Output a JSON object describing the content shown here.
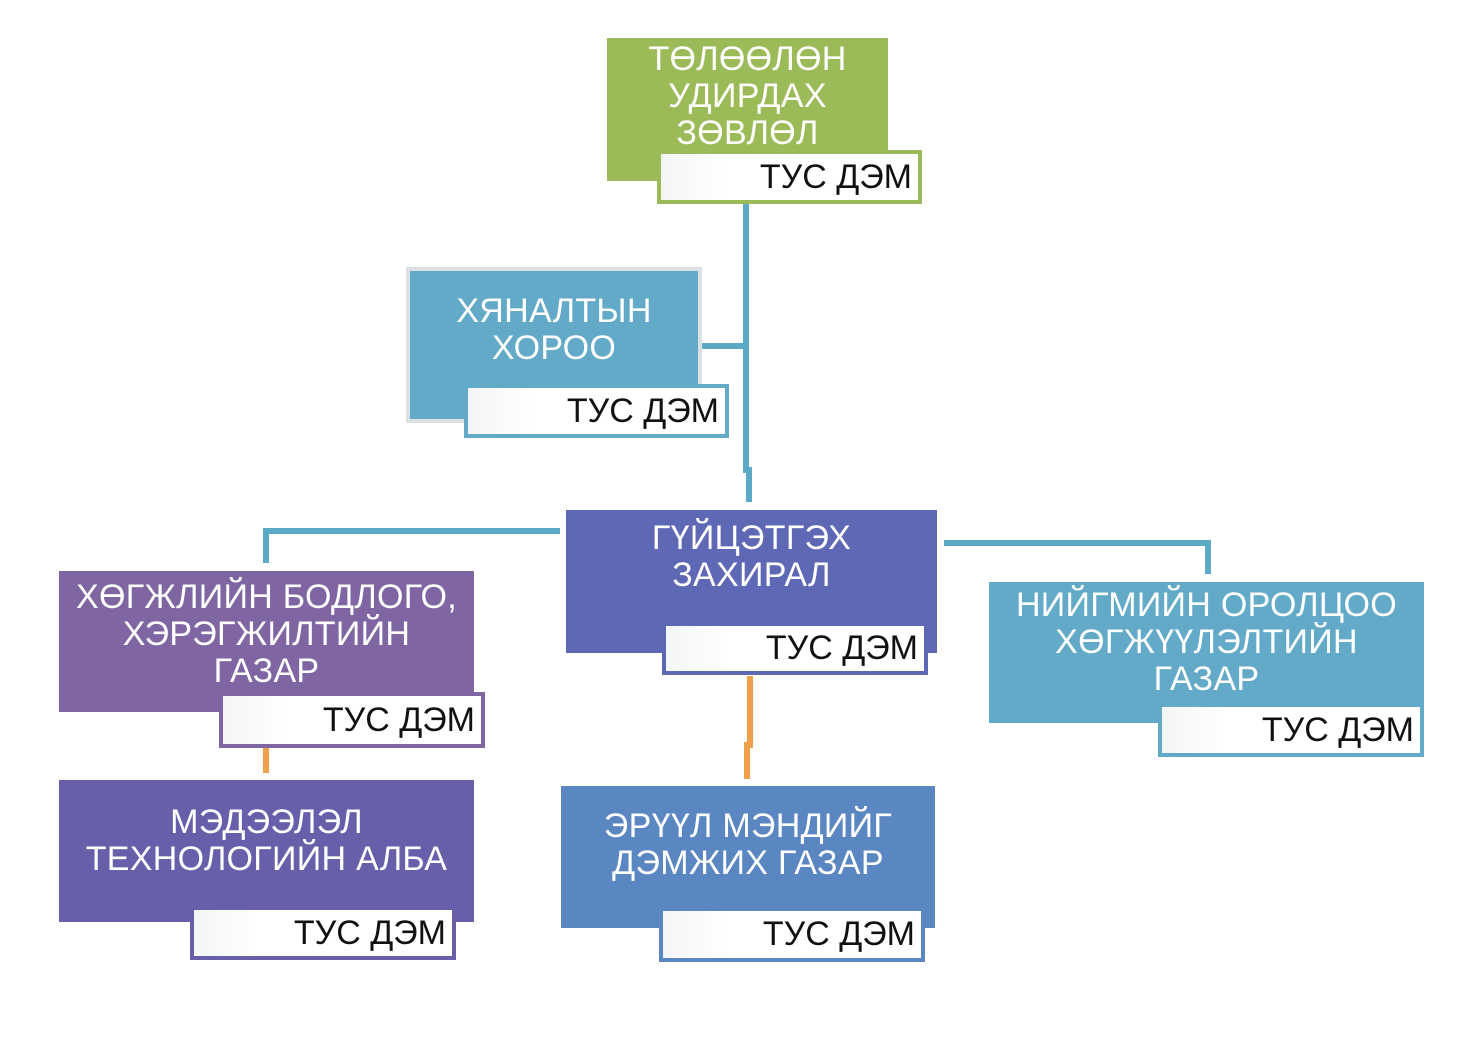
{
  "diagram": {
    "colors": {
      "board": "#9bbb59",
      "audit": "#62aac8",
      "executive": "#5f68b5",
      "policy": "#7f66a3",
      "social": "#62aac8",
      "it": "#685fab",
      "health": "#5a86c1",
      "connector_blue": "#5aaac6",
      "connector_orange": "#f0a04b"
    },
    "nodes": {
      "board": {
        "name": "ТӨЛӨӨЛӨН\nУДИРДАХ\nЗӨВЛӨЛ",
        "tag": "ТУС ДЭМ"
      },
      "audit": {
        "name": "ХЯНАЛТЫН\nХОРОО",
        "tag": "ТУС ДЭМ"
      },
      "executive": {
        "name": "ГҮЙЦЭТГЭХ\nЗАХИРАЛ",
        "tag": "ТУС ДЭМ"
      },
      "policy": {
        "name": "ХӨГЖЛИЙН БОДЛОГО,\nХЭРЭГЖИЛТИЙН\nГАЗАР",
        "tag": "ТУС ДЭМ"
      },
      "social": {
        "name": "НИЙГМИЙН ОРОЛЦОО\nХӨГЖҮҮЛЭЛТИЙН\nГАЗАР",
        "tag": "ТУС ДЭМ"
      },
      "it": {
        "name": "МЭДЭЭЛЭЛ\nТЕХНОЛОГИЙН АЛБА",
        "tag": "ТУС ДЭМ"
      },
      "health": {
        "name": "ЭРҮҮЛ МЭНДИЙГ\nДЭМЖИХ ГАЗАР",
        "tag": "ТУС ДЭМ"
      }
    }
  }
}
